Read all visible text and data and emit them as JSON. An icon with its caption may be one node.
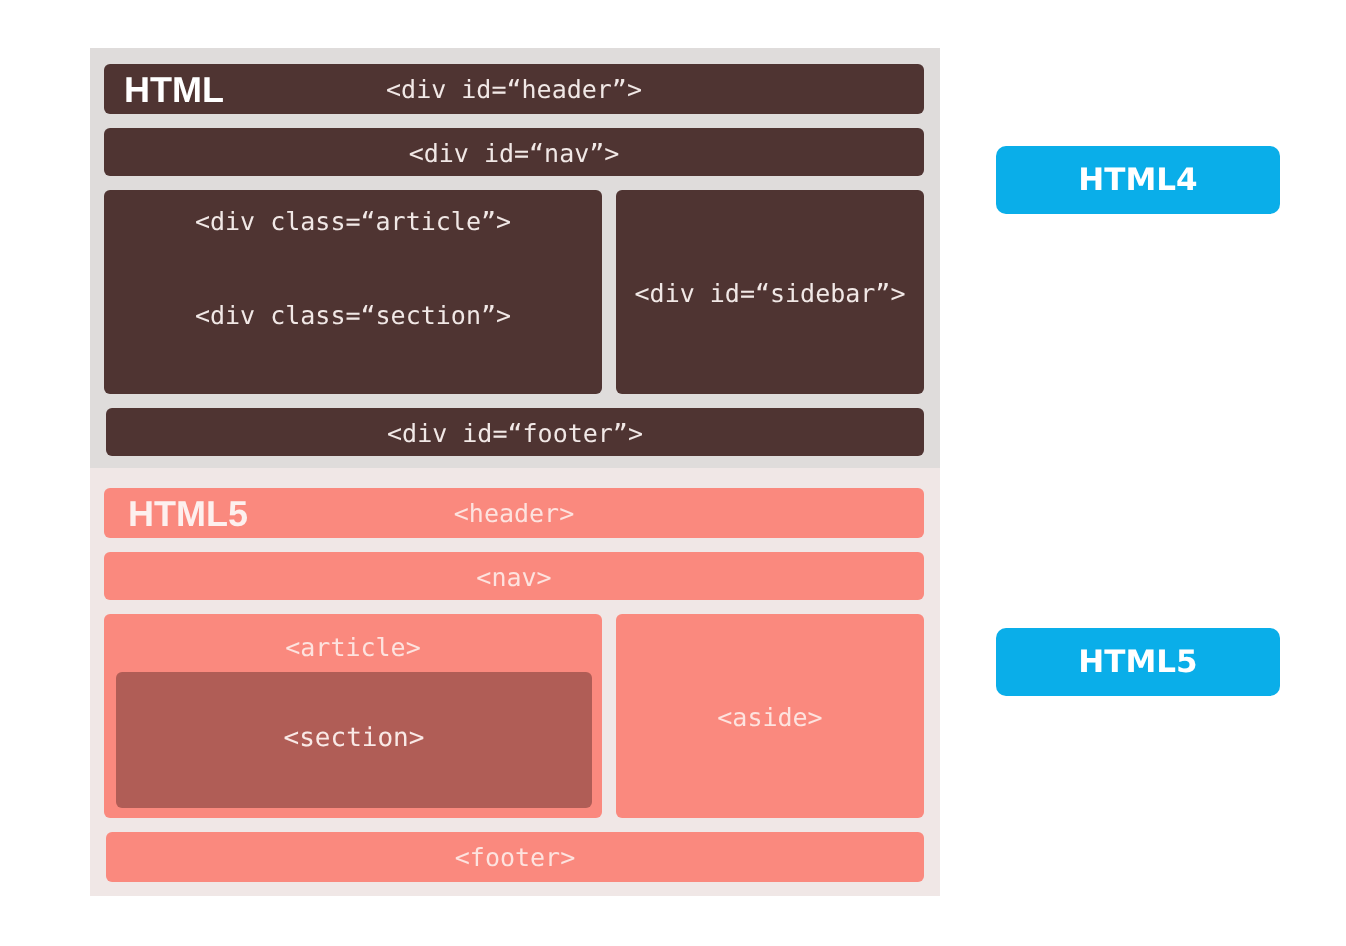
{
  "diagram": {
    "nodes": [
      {
        "text": [],
        "shape": "box"
      },
      {
        "text": [
          "HTML",
          "<div id=“header”>"
        ],
        "in": 0
      },
      {
        "text": [
          "<div id=“nav”>"
        ],
        "in": 0
      },
      {
        "text": [
          "<div class=“article”>",
          "<div class=“section”>"
        ],
        "in": 0
      },
      {
        "text": [
          "<div id=“sidebar”>"
        ],
        "in": 0
      },
      {
        "text": [
          "<div id=“footer”>"
        ],
        "in": 0
      },
      {
        "text": [],
        "shape": "box"
      },
      {
        "text": [
          "HTML5",
          "<header>"
        ],
        "in": 6
      },
      {
        "text": [
          "<nav>"
        ],
        "in": 6
      },
      {
        "text": [
          "<article>"
        ],
        "in": 6
      },
      {
        "text": [
          "<section>"
        ],
        "in": 9
      },
      {
        "text": [
          "<aside>"
        ],
        "in": 6
      },
      {
        "text": [
          "<footer>"
        ],
        "in": 6
      },
      {
        "text": [
          "HTML4"
        ]
      },
      {
        "text": [
          "HTML5"
        ]
      }
    ]
  }
}
